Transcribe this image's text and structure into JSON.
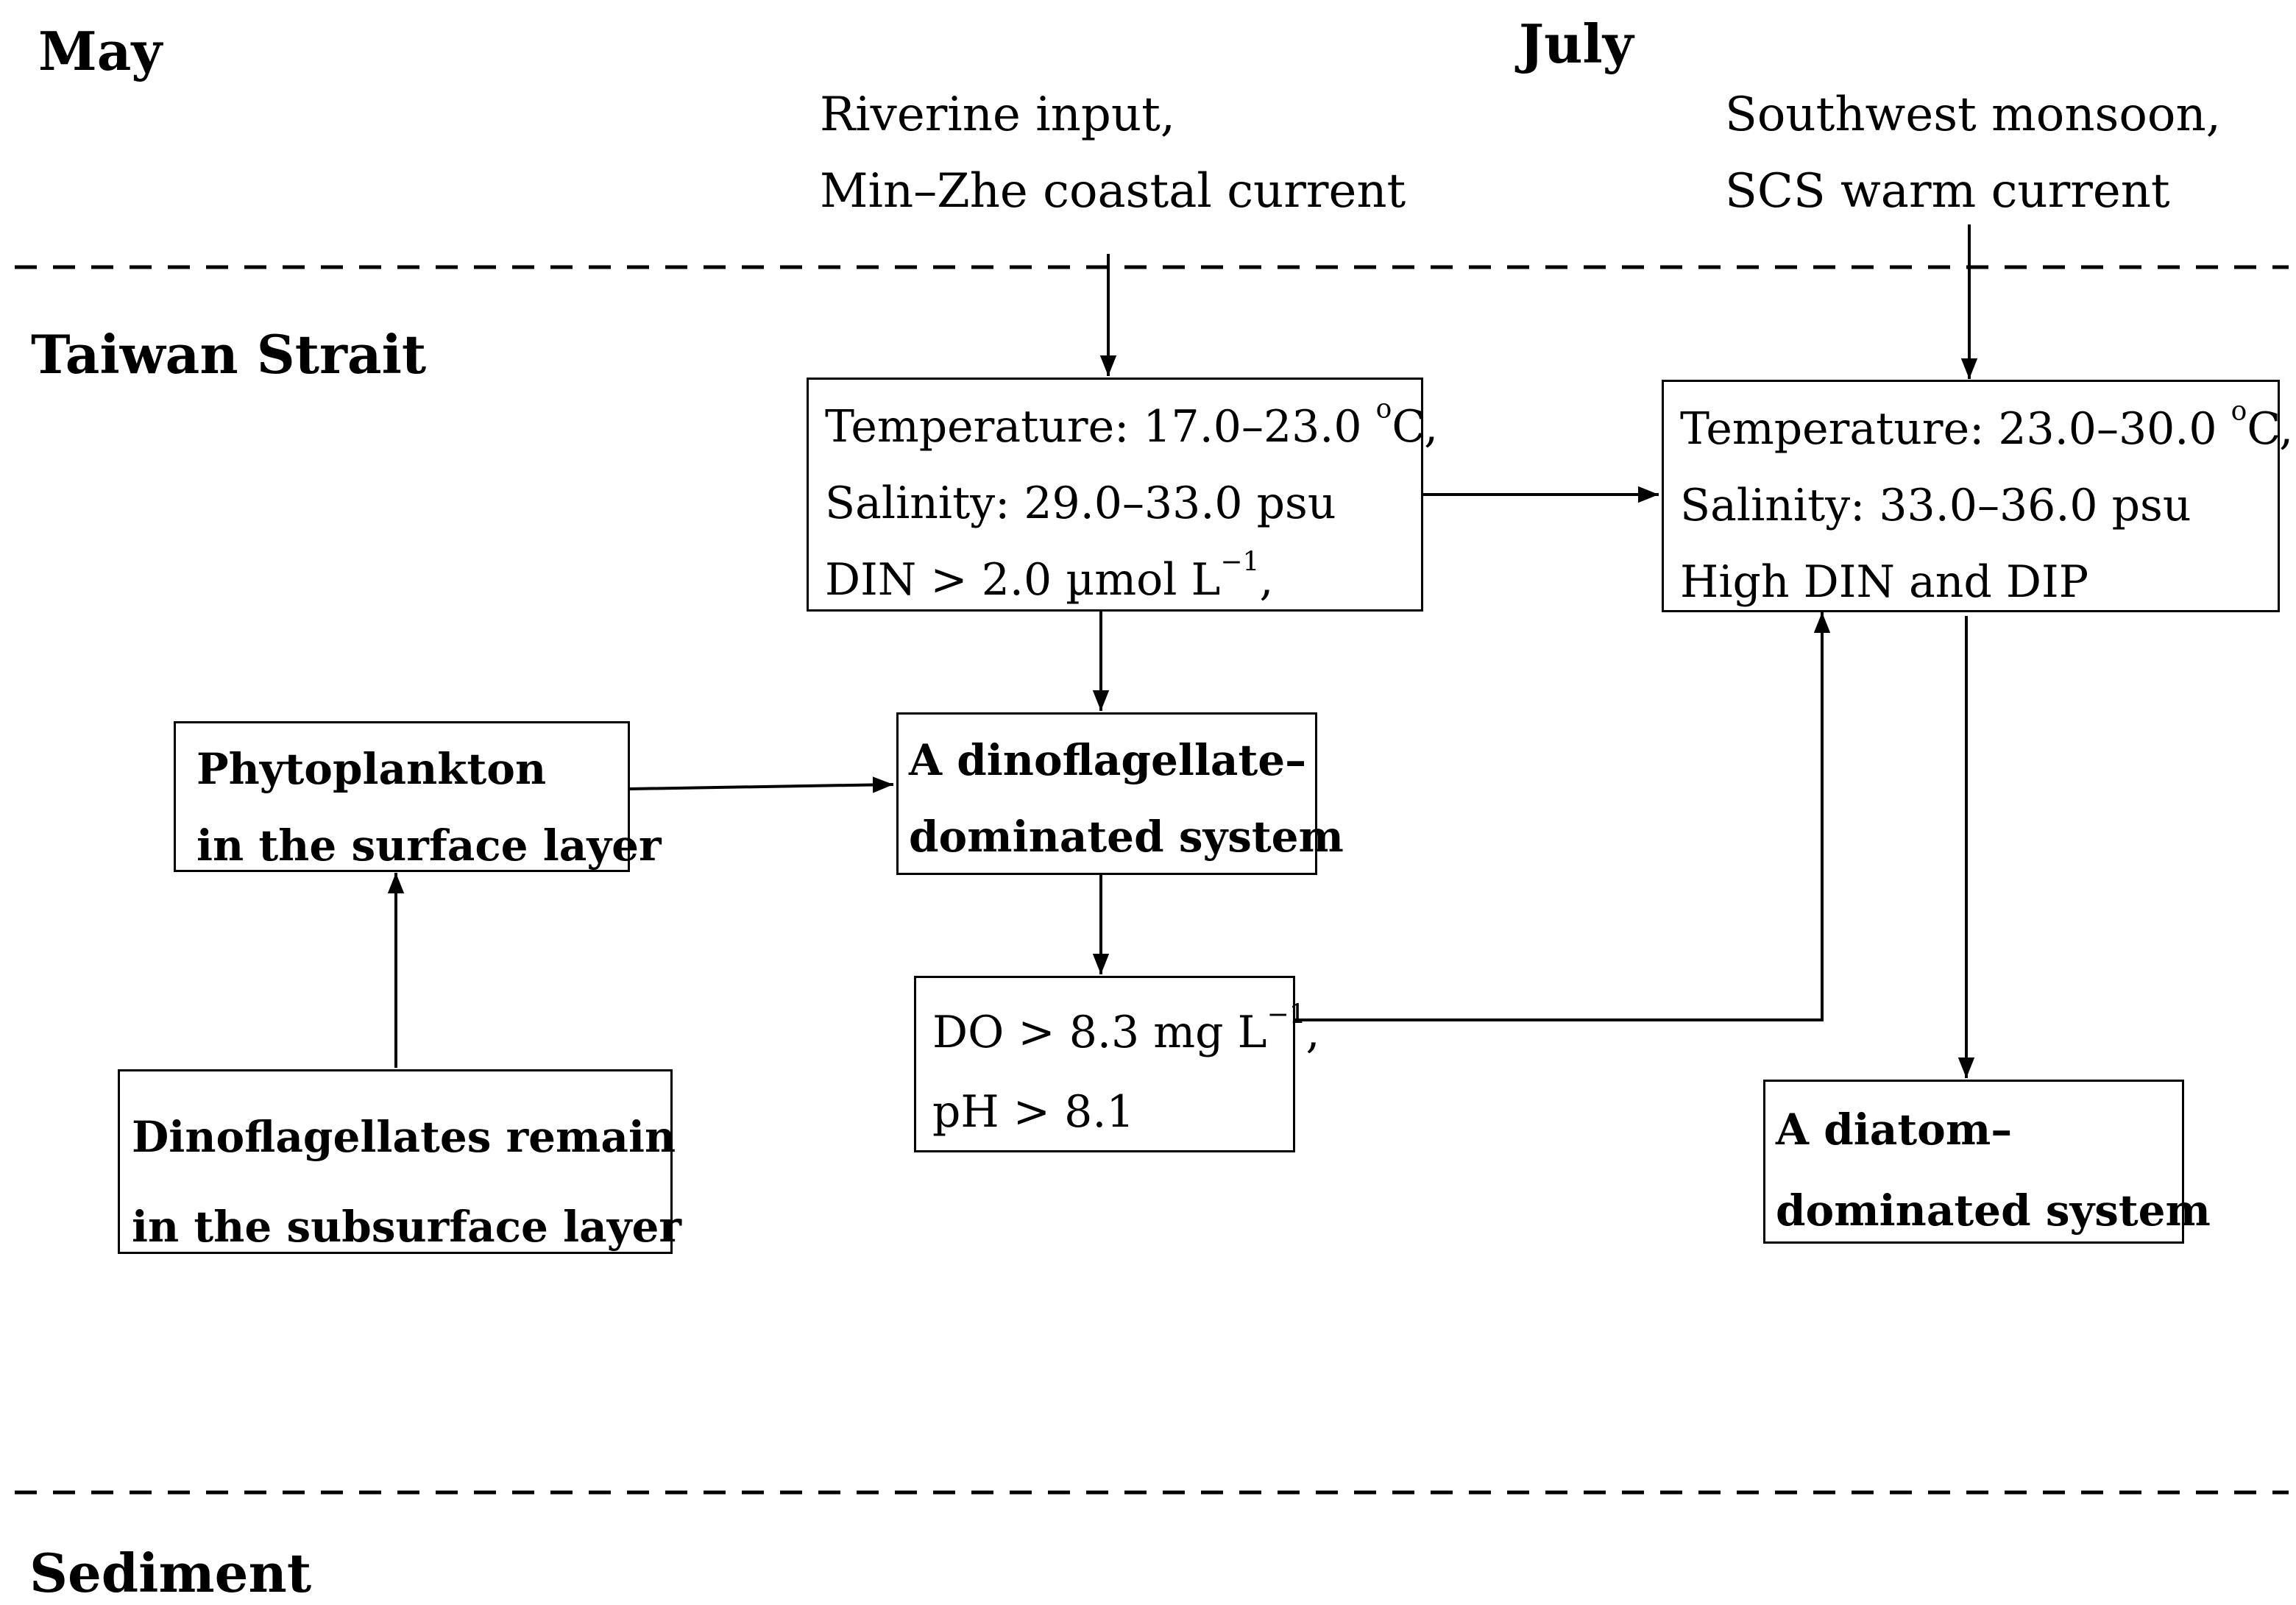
{
  "headers": {
    "may": "May",
    "july": "July",
    "taiwan_strait": "Taiwan Strait",
    "sediment": "Sediment"
  },
  "drivers": {
    "may": {
      "line1": "Riverine input,",
      "line2": "Min–Zhe coastal current"
    },
    "july": {
      "line1": "Southwest monsoon,",
      "line2": "SCS warm current"
    }
  },
  "boxes": {
    "may_conditions": {
      "line1_main": "Temperature: 17.0–23.0 ",
      "line1_sup": "o",
      "line1_end": "C,",
      "line2": "Salinity: 29.0–33.0 psu",
      "line3_main": "DIN > 2.0 µmol L",
      "line3_sup": "−1",
      "line3_end": ","
    },
    "july_conditions": {
      "line1_main": "Temperature: 23.0–30.0 ",
      "line1_sup": "o",
      "line1_end": "C,",
      "line2": "Salinity: 33.0–36.0 psu",
      "line3": "High DIN and DIP"
    },
    "phytoplankton": {
      "line1": "Phytoplankton",
      "line2": "in the surface layer"
    },
    "dinoflagellate_system": {
      "line1": "A dinoflagellate–",
      "line2": "dominated system"
    },
    "dinoflagellates_remain": {
      "line1": "Dinoflagellates remain",
      "line2": "in the subsurface layer"
    },
    "do_ph": {
      "line1_main": "DO > 8.3 mg L",
      "line1_sup": "−1",
      "line1_end": ",",
      "line2": "pH > 8.1"
    },
    "diatom_system": {
      "line1": "A diatom–",
      "line2": "dominated system"
    }
  }
}
